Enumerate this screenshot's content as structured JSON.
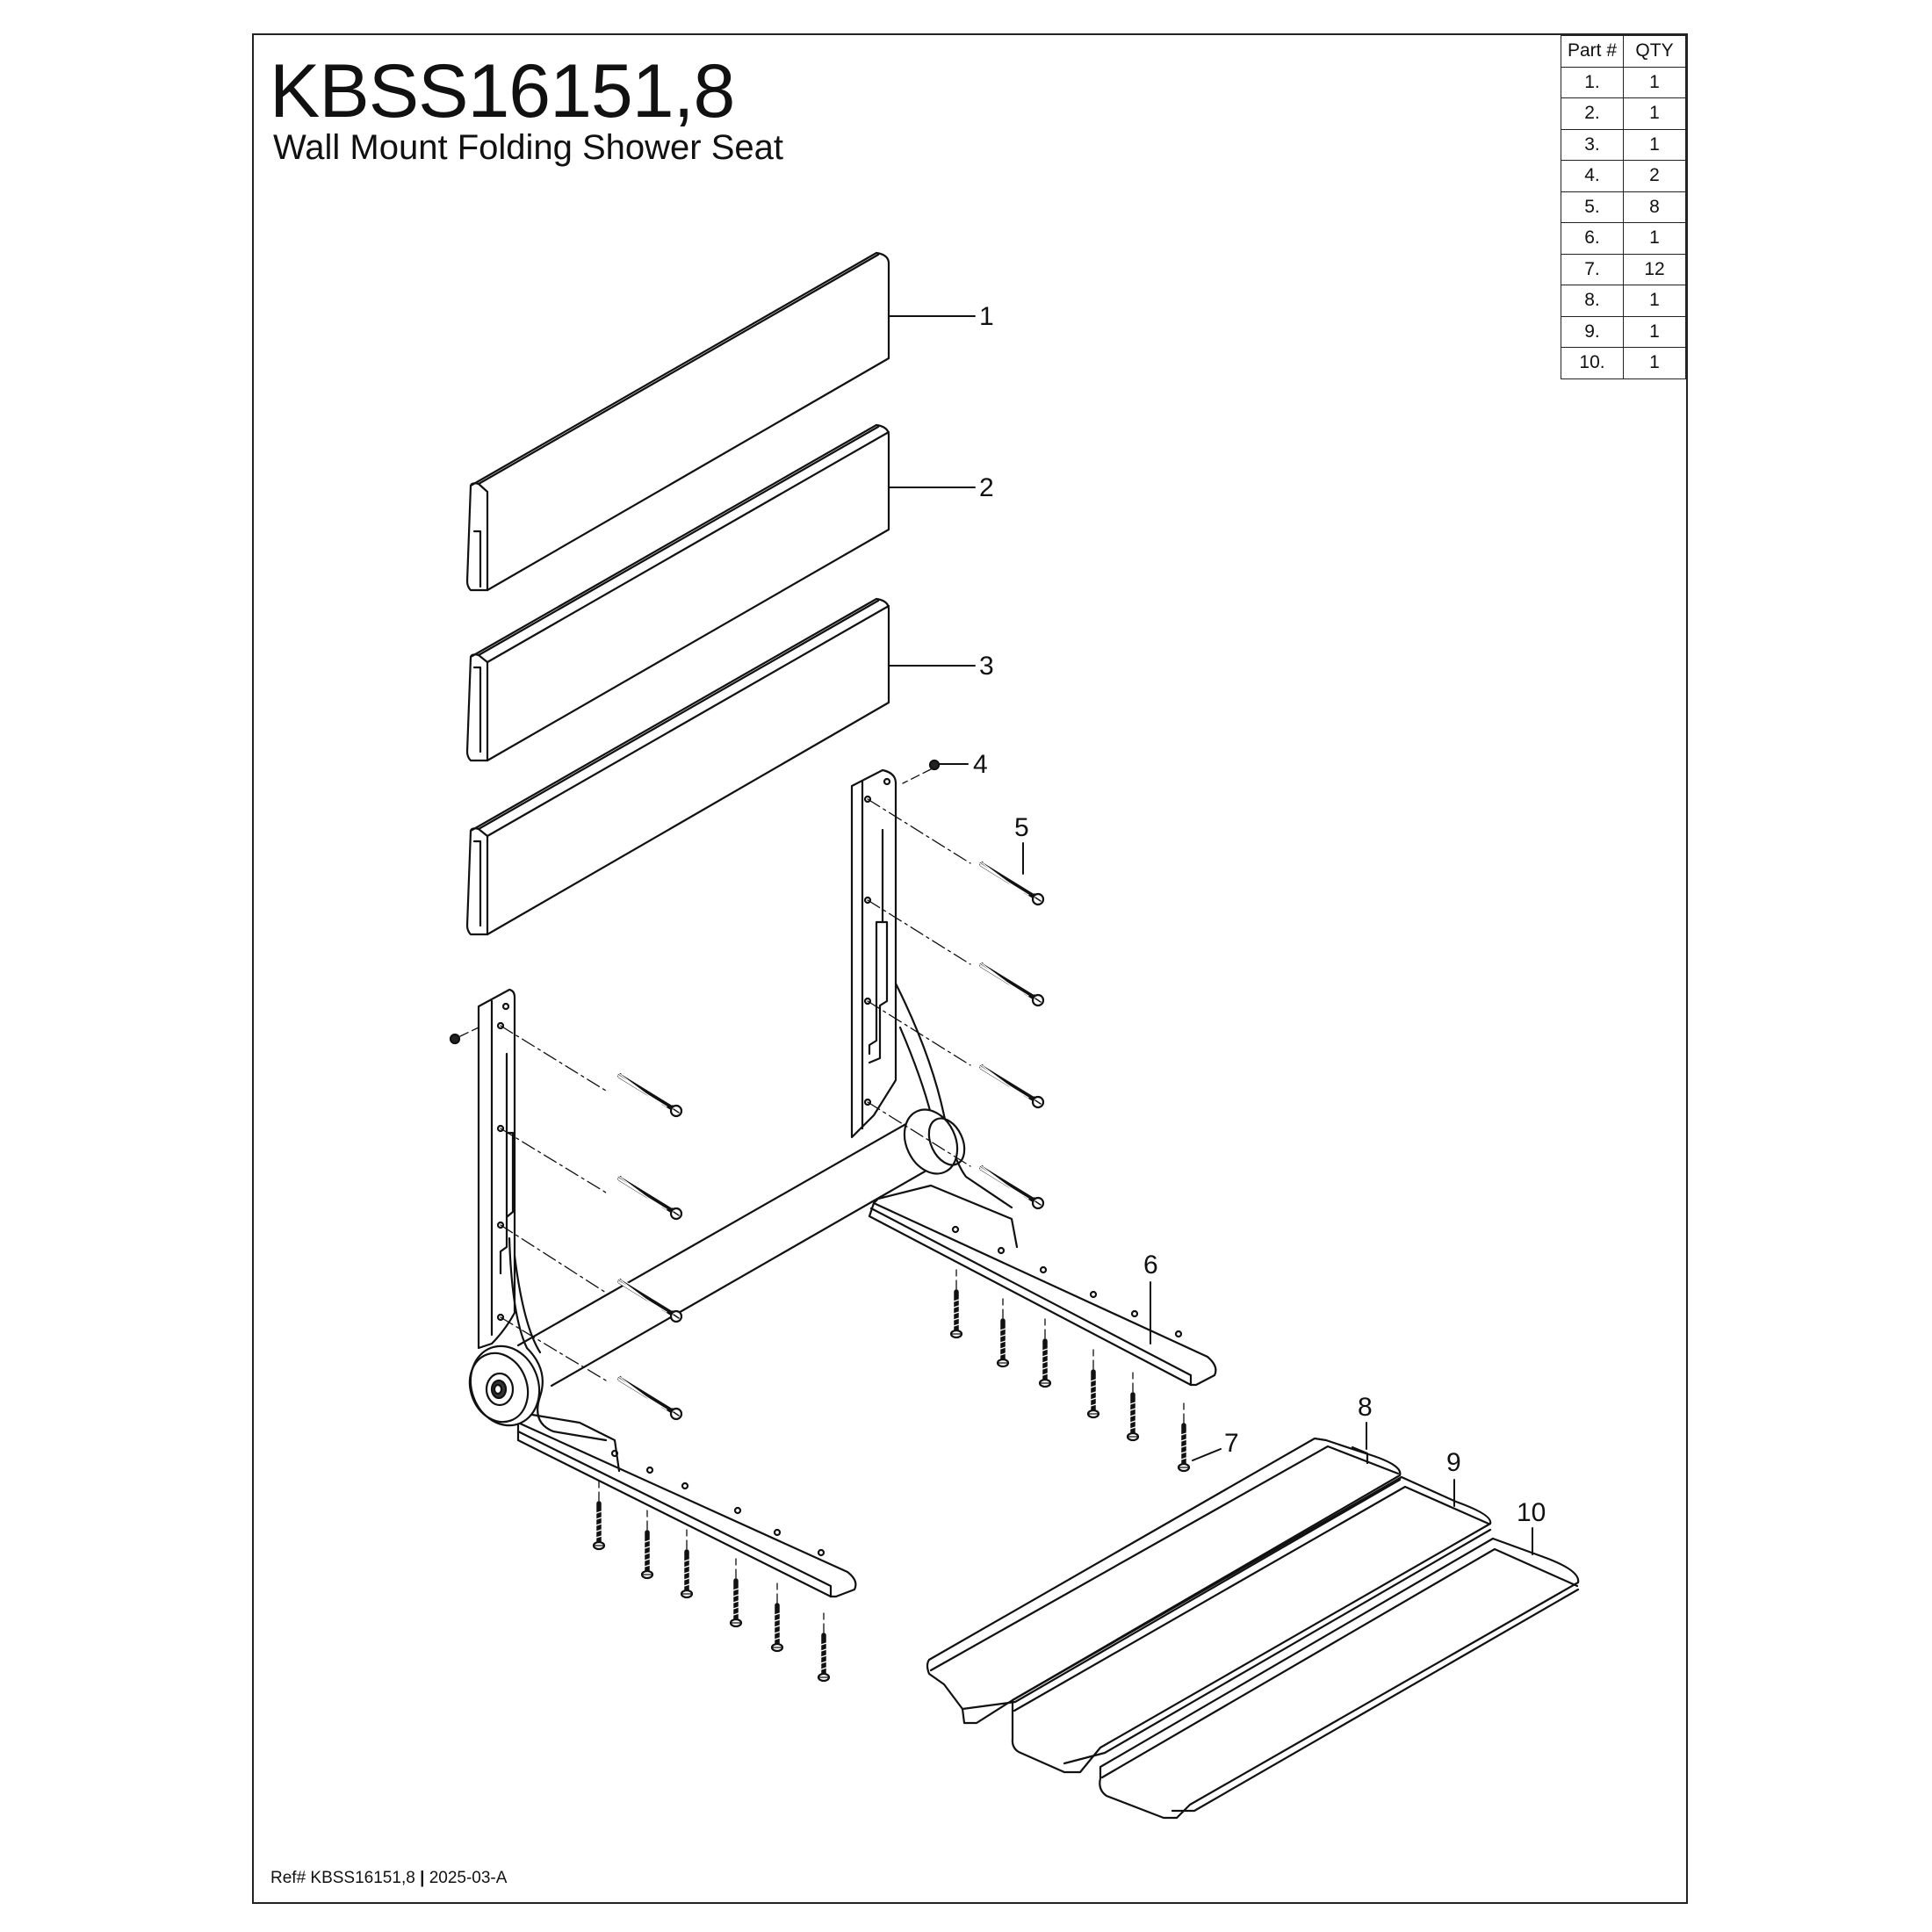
{
  "header": {
    "title": "KBSS16151,8",
    "subtitle": "Wall Mount Folding Shower Seat"
  },
  "parts_table": {
    "headers": [
      "Part #",
      "QTY"
    ],
    "rows": [
      {
        "part": "1.",
        "qty": "1"
      },
      {
        "part": "2.",
        "qty": "1"
      },
      {
        "part": "3.",
        "qty": "1"
      },
      {
        "part": "4.",
        "qty": "2"
      },
      {
        "part": "5.",
        "qty": "8"
      },
      {
        "part": "6.",
        "qty": "1"
      },
      {
        "part": "7.",
        "qty": "12"
      },
      {
        "part": "8.",
        "qty": "1"
      },
      {
        "part": "9.",
        "qty": "1"
      },
      {
        "part": "10.",
        "qty": "1"
      }
    ]
  },
  "callouts": [
    "1",
    "2",
    "3",
    "4",
    "5",
    "6",
    "7",
    "8",
    "9",
    "10"
  ],
  "footer": {
    "ref": "Ref# KBSS16151,8",
    "separator": "|",
    "revision": "2025-03-A"
  }
}
